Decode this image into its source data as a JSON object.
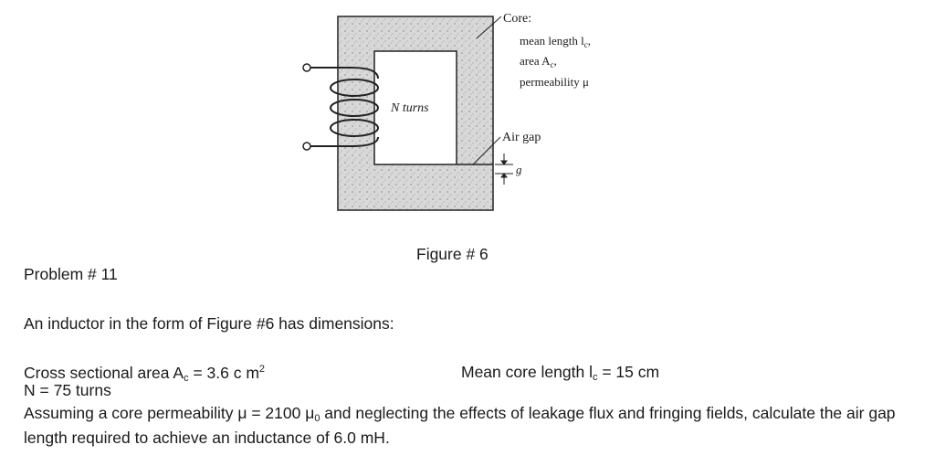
{
  "figure": {
    "core_label": "Core:",
    "core_props": [
      "mean length l",
      "area A",
      "permeability μ"
    ],
    "core_subscripts": [
      "c",
      "c"
    ],
    "turns_label": "N turns",
    "air_gap_label": "Air gap",
    "gap_symbol": "g",
    "caption": "Figure # 6"
  },
  "problem": {
    "title": "Problem # 11",
    "intro": "An inductor in the form of Figure #6 has dimensions:",
    "area_label": "Cross sectional area A",
    "area_sub": "c",
    "area_value": " = 3.6 c m",
    "area_exp": "2",
    "length_label": "Mean core length l",
    "length_sub": "c",
    "length_value": " = 15 cm",
    "turns": "N = 75 turns",
    "body_1": "Assuming a core permeability μ =  2100 μ",
    "body_sub": "0",
    "body_2": " and neglecting the effects of leakage flux and fringing fields, calculate the air gap length required to achieve an inductance of 6.0 mH."
  }
}
